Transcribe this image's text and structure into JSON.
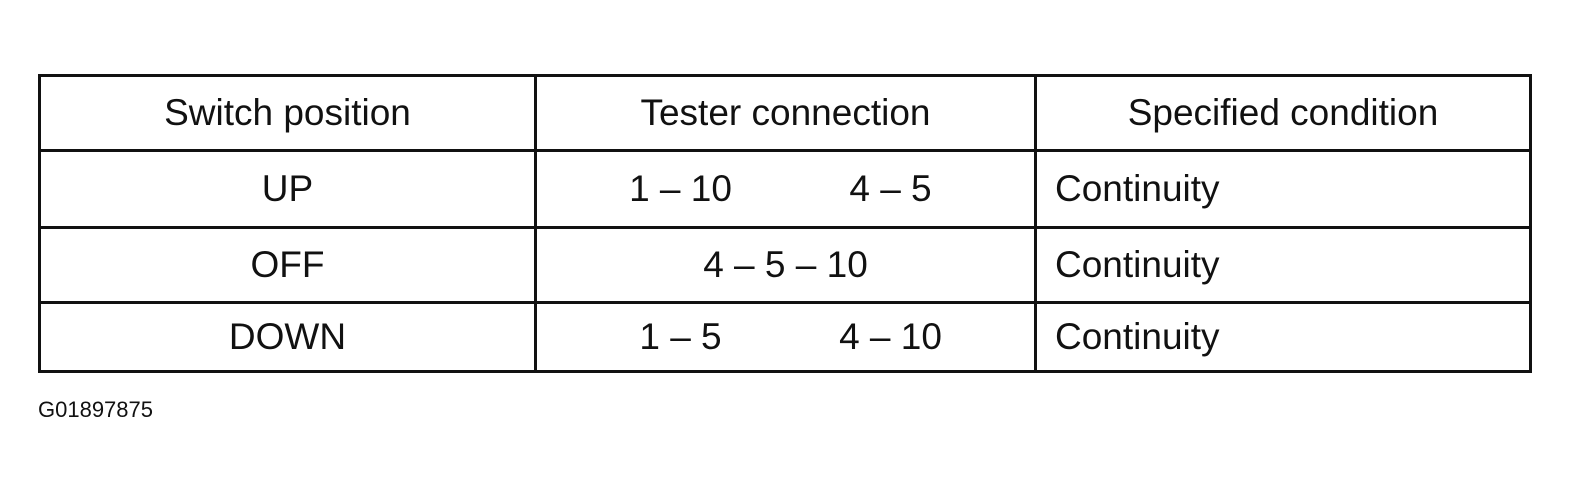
{
  "table": {
    "headers": [
      "Switch position",
      "Tester connection",
      "Specified condition"
    ],
    "rows": [
      {
        "position": "UP",
        "connection_a": "1 – 10",
        "connection_b": "4 – 5",
        "condition": "Continuity"
      },
      {
        "position": "OFF",
        "connection": "4 – 5 – 10",
        "condition": "Continuity"
      },
      {
        "position": "DOWN",
        "connection_a": "1 – 5",
        "connection_b": "4 – 10",
        "condition": "Continuity"
      }
    ]
  },
  "figure_id": "G01897875"
}
